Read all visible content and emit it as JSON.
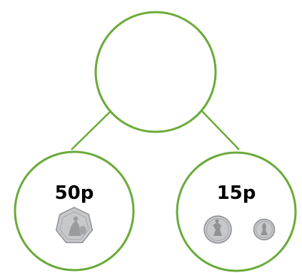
{
  "colors": {
    "ring": "#6aaa3a",
    "coin_silver": "#c4c6c8",
    "coin_shadow": "#8e9094",
    "background": "#ffffff"
  },
  "diagram": {
    "whole": {
      "value": ""
    },
    "parts": [
      {
        "label": "50p",
        "coins": [
          "fifty-pence-coin"
        ]
      },
      {
        "label": "15p",
        "coins": [
          "ten-pence-coin",
          "five-pence-coin"
        ]
      }
    ]
  }
}
